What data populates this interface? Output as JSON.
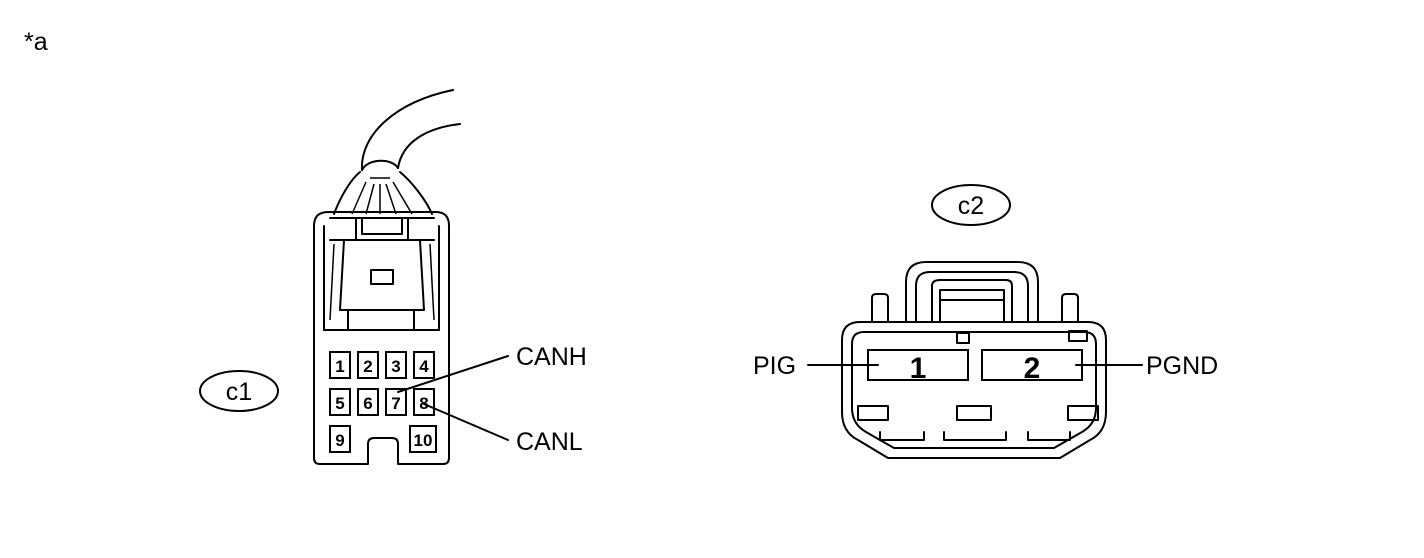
{
  "figure_label": "*a",
  "connector_c1": {
    "tag": "c1",
    "pins": [
      "1",
      "2",
      "3",
      "4",
      "5",
      "6",
      "7",
      "8",
      "9",
      "10"
    ],
    "callouts": {
      "pin7": "CANH",
      "pin8": "CANL"
    }
  },
  "connector_c2": {
    "tag": "c2",
    "pins": [
      "1",
      "2"
    ],
    "callouts": {
      "pin1": "PIG",
      "pin2": "PGND"
    }
  }
}
